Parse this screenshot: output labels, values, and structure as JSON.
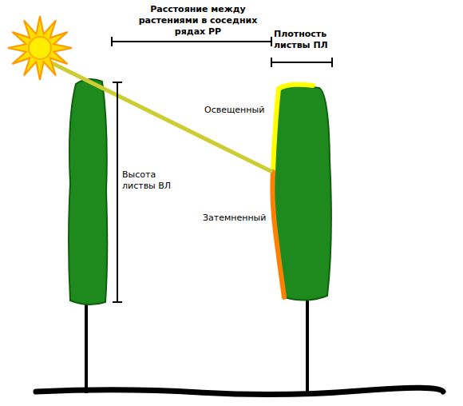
{
  "diagram": {
    "labels": [
      "Расстояние между растениями в соседних рядах РР",
      "Плотность листвы ПЛ",
      "Высота листвы ВЛ",
      "Освещенный",
      "Затемненный"
    ]
  }
}
